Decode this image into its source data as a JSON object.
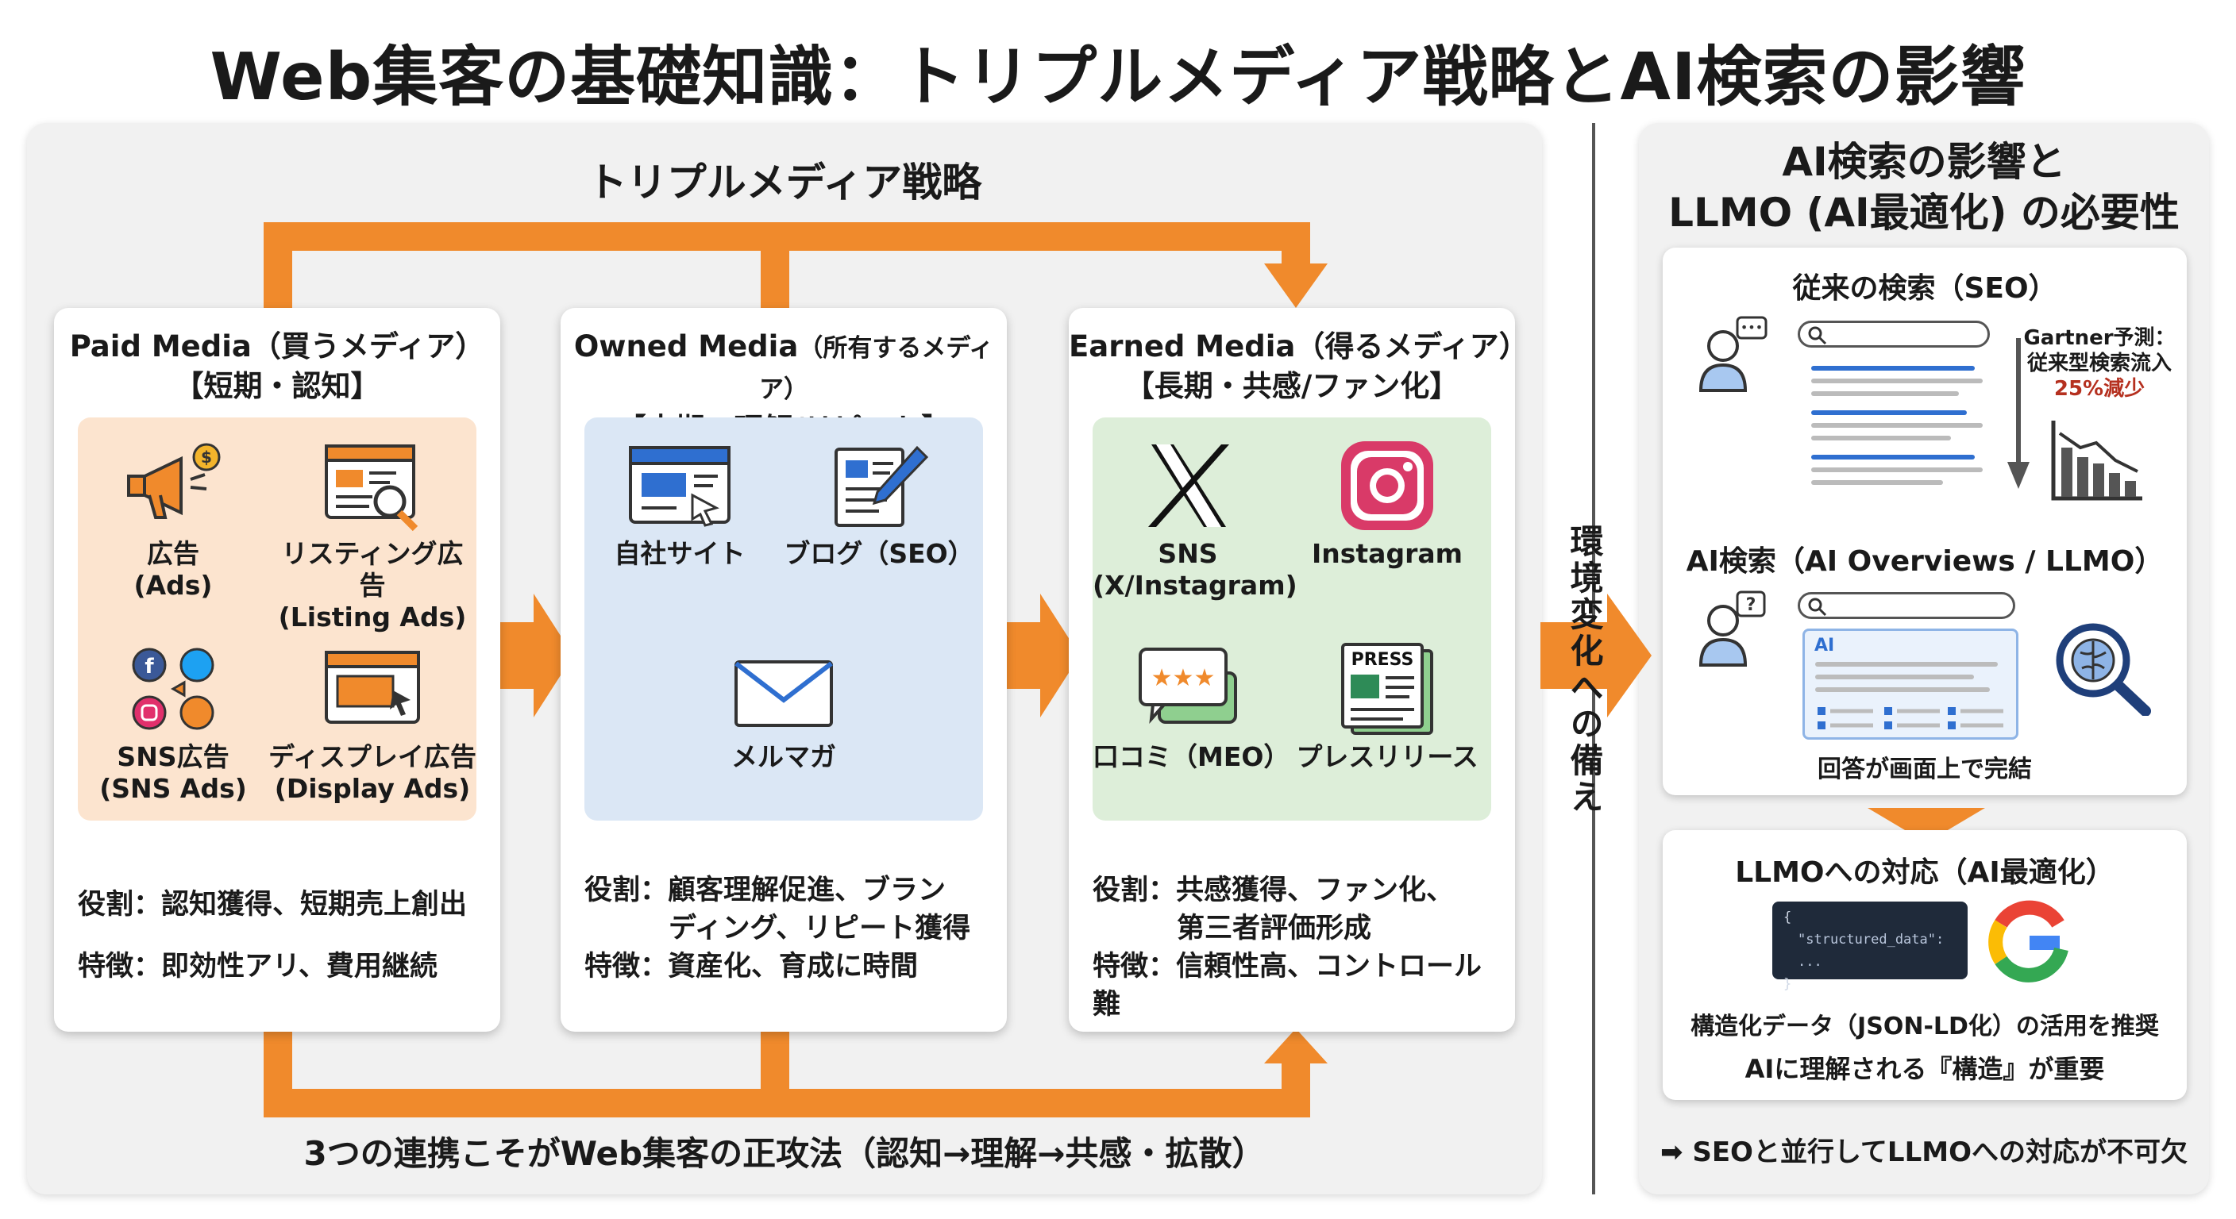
{
  "title": "Web集客の基礎知識：トリプルメディア戦略とAI検索の影響",
  "triple": {
    "heading": "トリプルメディア戦略",
    "footer": "3つの連携こそがWeb集客の正攻法（認知→理解→共感・拡散）",
    "paid": {
      "title": "Paid Media（買うメディア）",
      "subtitle": "【短期・認知】",
      "items": [
        {
          "label": "広告",
          "sub": "(Ads)",
          "icon": "megaphone-icon"
        },
        {
          "label": "リスティング広告",
          "sub": "(Listing Ads)",
          "icon": "search-ad-icon"
        },
        {
          "label": "SNS広告",
          "sub": "(SNS Ads)",
          "icon": "social-icons"
        },
        {
          "label": "ディスプレイ広告",
          "sub": "(Display Ads)",
          "icon": "display-ad-icon"
        }
      ],
      "role": "役割：認知獲得、短期売上創出",
      "feature": "特徴：即効性アリ、費用継続"
    },
    "owned": {
      "title_main": "Owned Media",
      "title_sub": "（所有するメディア）",
      "subtitle": "【中期・理解/リピート】",
      "items": [
        {
          "label": "自社サイト",
          "icon": "website-icon"
        },
        {
          "label": "ブログ（SEO）",
          "icon": "blog-icon"
        },
        {
          "label": "メルマガ",
          "icon": "mail-icon"
        }
      ],
      "role_1": "役割：顧客理解促進、ブラン",
      "role_2": "ディング、リピート獲得",
      "feature": "特徴：資産化、育成に時間"
    },
    "earned": {
      "title": "Earned Media（得るメディア）",
      "subtitle": "【長期・共感/ファン化】",
      "items": [
        {
          "label": "SNS",
          "sub": "(X/Instagram)",
          "icon": "x-icon"
        },
        {
          "label": "Instagram",
          "icon": "instagram-icon"
        },
        {
          "label": "口コミ（MEO）",
          "icon": "review-icon"
        },
        {
          "label": "プレスリリース",
          "icon": "press-icon",
          "badge": "PRESS"
        }
      ],
      "role_1": "役割：共感獲得、ファン化、",
      "role_2": "第三者評価形成",
      "feature": "特徴：信頼性高、コントロール難"
    }
  },
  "transition": "環境変化への備え",
  "ai": {
    "heading_1": "AI検索の影響と",
    "heading_2": "LLMO (AI最適化) の必要性",
    "seo_title": "従来の検索（SEO）",
    "gartner_1": "Gartner予測：",
    "gartner_2": "従来型検索流入",
    "gartner_3": "25%減少",
    "ai_title": "AI検索（AI Overviews / LLMO）",
    "ai_tag": "AI",
    "ai_caption": "回答が画面上で完結",
    "llmo_title": "LLMOへの対応（AI最適化）",
    "code_1": "{",
    "code_2": "\"structured_data\": ...",
    "code_3": "}",
    "llmo_text_1": "構造化データ（JSON-LD化）の活用を推奨",
    "llmo_text_2": "AIに理解される『構造』が重要",
    "footer": "➡ SEOと並行してLLMOへの対応が不可欠"
  },
  "colors": {
    "orange": "#f08a2c",
    "paid_bg": "#fce4cf",
    "owned_bg": "#dbe7f5",
    "earned_bg": "#ddeed9",
    "accent_red": "#b5301f",
    "blue": "#2f6fd0"
  }
}
